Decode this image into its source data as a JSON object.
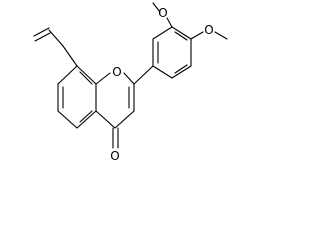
{
  "atoms": {
    "ring_oxygen": "O",
    "carbonyl_oxygen": "O",
    "methoxy_oxygen_top": "O",
    "methoxy_oxygen_right": "O"
  }
}
